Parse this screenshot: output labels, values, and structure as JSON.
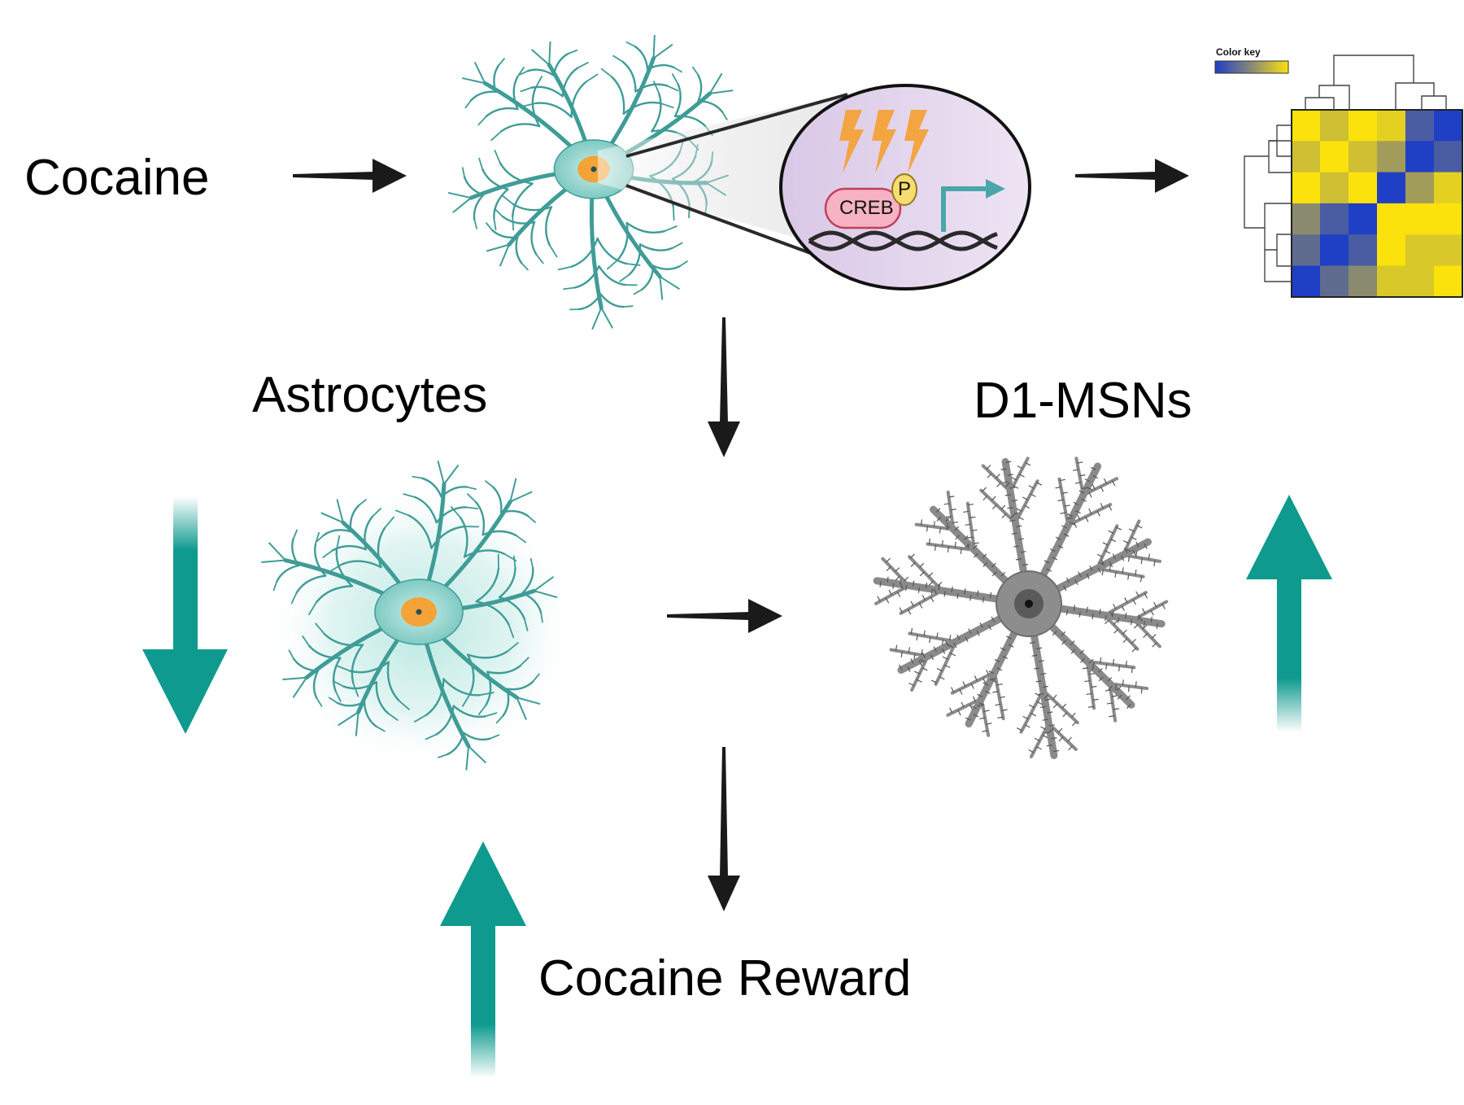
{
  "labels": {
    "cocaine": "Cocaine",
    "astrocytes": "Astrocytes",
    "d1_msns": "D1-MSNs",
    "cocaine_reward": "Cocaine Reward",
    "creb": "CREB",
    "phospho": "P",
    "color_key": "Color key"
  },
  "colors": {
    "teal": "#0e9a8e",
    "astro_fill": "#86cfc9",
    "astro_stroke": "#3f9c97",
    "nucleus": "#f3a337",
    "neuron_gray": "#8a8a8a",
    "lightning": "#f2a541",
    "creb_fill": "#f7b3c3",
    "phospho_fill": "#f7dc6f",
    "inset_fill": "#e5d8ee",
    "heat_low": "#1f3fc4",
    "heat_high": "#fbe20c",
    "arrow_black": "#1a1a1a"
  },
  "heatmap": {
    "legend": "Color key",
    "grid": [
      [
        1.0,
        0.8,
        1.0,
        0.9,
        0.2,
        0.0
      ],
      [
        0.8,
        1.0,
        0.8,
        0.6,
        0.0,
        0.2
      ],
      [
        1.0,
        0.8,
        1.0,
        0.0,
        0.6,
        0.9
      ],
      [
        0.5,
        0.2,
        0.0,
        1.0,
        1.0,
        1.0
      ],
      [
        0.3,
        0.0,
        0.2,
        1.0,
        0.85,
        0.85
      ],
      [
        0.0,
        0.3,
        0.5,
        0.85,
        0.85,
        1.0
      ]
    ]
  },
  "icons": [
    "astrocyte-icon",
    "activated-astrocyte-icon",
    "d1-msn-neuron-icon",
    "lightning-icon",
    "dna-icon",
    "transcription-arrow-icon",
    "heatmap-icon",
    "dendrogram-icon",
    "up-arrow-icon",
    "down-arrow-icon"
  ]
}
